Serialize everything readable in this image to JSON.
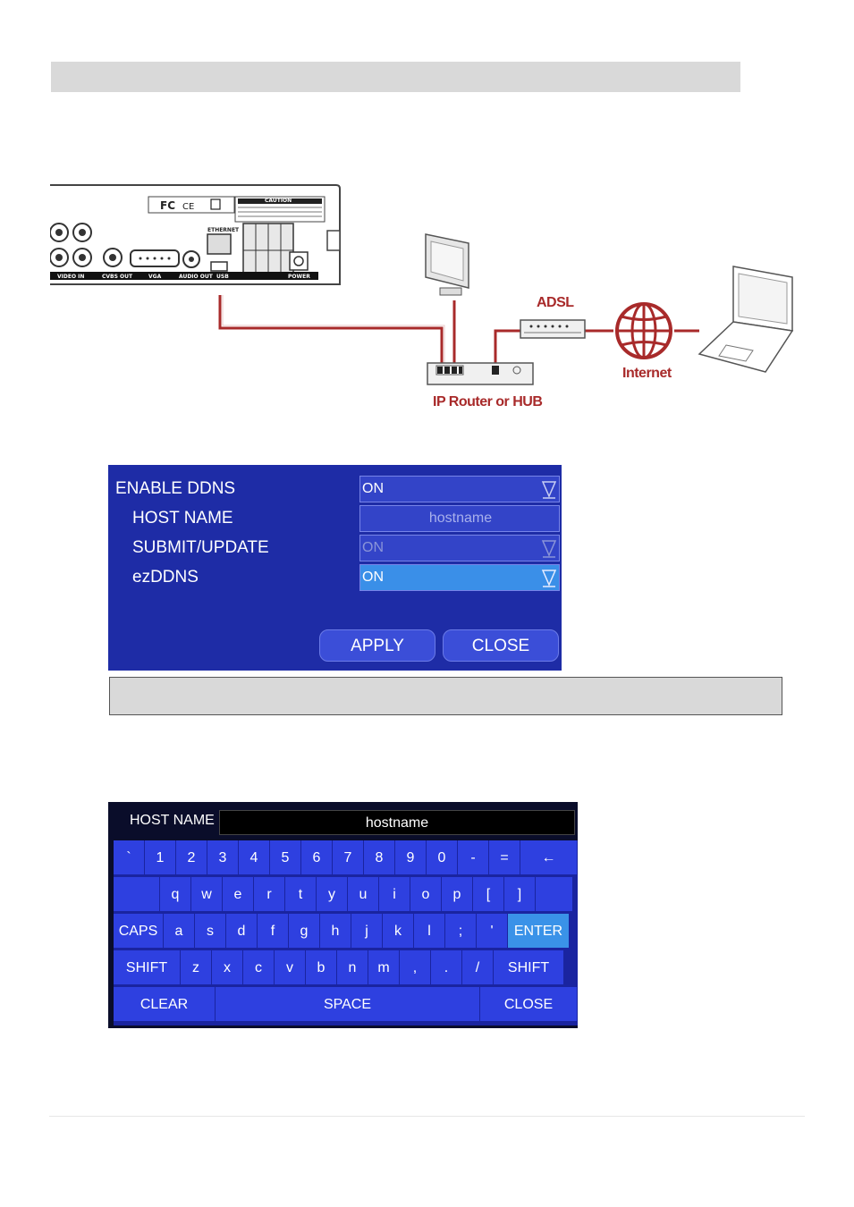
{
  "diagram": {
    "adsl_label": "ADSL",
    "internet_label": "Internet",
    "router_label": "IP Router or HUB",
    "panel_labels": [
      "VIDEO IN",
      "CVBS OUT",
      "VGA",
      "AUDIO OUT",
      "USB",
      "POWER",
      "ETHERNET",
      "CAUTION"
    ]
  },
  "ddns": {
    "rows": [
      {
        "label": "ENABLE DDNS",
        "value": "ON"
      },
      {
        "label": "HOST NAME",
        "value": "hostname"
      },
      {
        "label": "SUBMIT/UPDATE",
        "value": "ON"
      },
      {
        "label": "ezDDNS",
        "value": "ON"
      }
    ],
    "apply_label": "APPLY",
    "close_label": "CLOSE"
  },
  "keyboard": {
    "host_name_label": "HOST NAME",
    "host_name_value": "hostname",
    "row1": [
      "`",
      "1",
      "2",
      "3",
      "4",
      "5",
      "6",
      "7",
      "8",
      "9",
      "0",
      "-",
      "=",
      "←"
    ],
    "row2": [
      "",
      "q",
      "w",
      "e",
      "r",
      "t",
      "y",
      "u",
      "i",
      "o",
      "p",
      "[",
      "]",
      ""
    ],
    "row3": [
      "CAPS",
      "a",
      "s",
      "d",
      "f",
      "g",
      "h",
      "j",
      "k",
      "l",
      ";",
      "'",
      "ENTER"
    ],
    "row4": [
      "SHIFT",
      "z",
      "x",
      "c",
      "v",
      "b",
      "n",
      "m",
      ",",
      ".",
      "/",
      "SHIFT"
    ],
    "row5": [
      "CLEAR",
      "SPACE",
      "CLOSE"
    ]
  },
  "colors": {
    "accent_red": "#a82a2a",
    "menu_blue": "#1e2ca6",
    "key_blue": "#2e40e0",
    "highlight_blue": "#3a92e8"
  }
}
